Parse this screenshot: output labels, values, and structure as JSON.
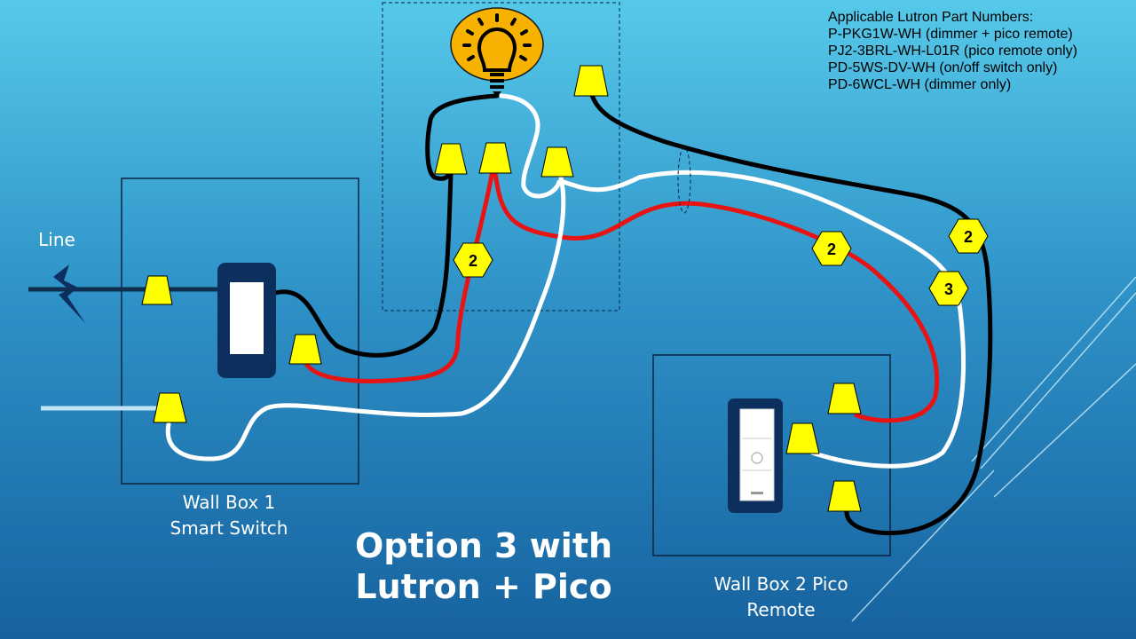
{
  "labels": {
    "line": "Line",
    "wall_box_1": [
      "Wall Box 1",
      "Smart Switch"
    ],
    "wall_box_2": [
      "Wall Box 2 Pico",
      "Remote"
    ]
  },
  "title": [
    "Option 3 with",
    "Lutron + Pico"
  ],
  "parts": {
    "heading": "Applicable Lutron Part Numbers:",
    "items": [
      "P-PKG1W-WH (dimmer + pico remote)",
      "PJ2-3BRL-WH-L01R (pico remote only)",
      "PD-5WS-DV-WH (on/off switch only)",
      "PD-6WCL-WH (dimmer only)"
    ]
  },
  "wire_counts": [
    "2",
    "2",
    "2",
    "3"
  ],
  "colors": {
    "black_wire": "#000000",
    "white_wire": "#ffffff",
    "red_wire": "#e81414",
    "connector": "#ffff00",
    "switch_body": "#0d2f5e",
    "bulb": "#f7b200"
  },
  "icons": [
    "light-bulb-icon",
    "lightning-bolt-icon",
    "wire-nut-icon",
    "smart-switch-icon",
    "pico-remote-icon"
  ]
}
